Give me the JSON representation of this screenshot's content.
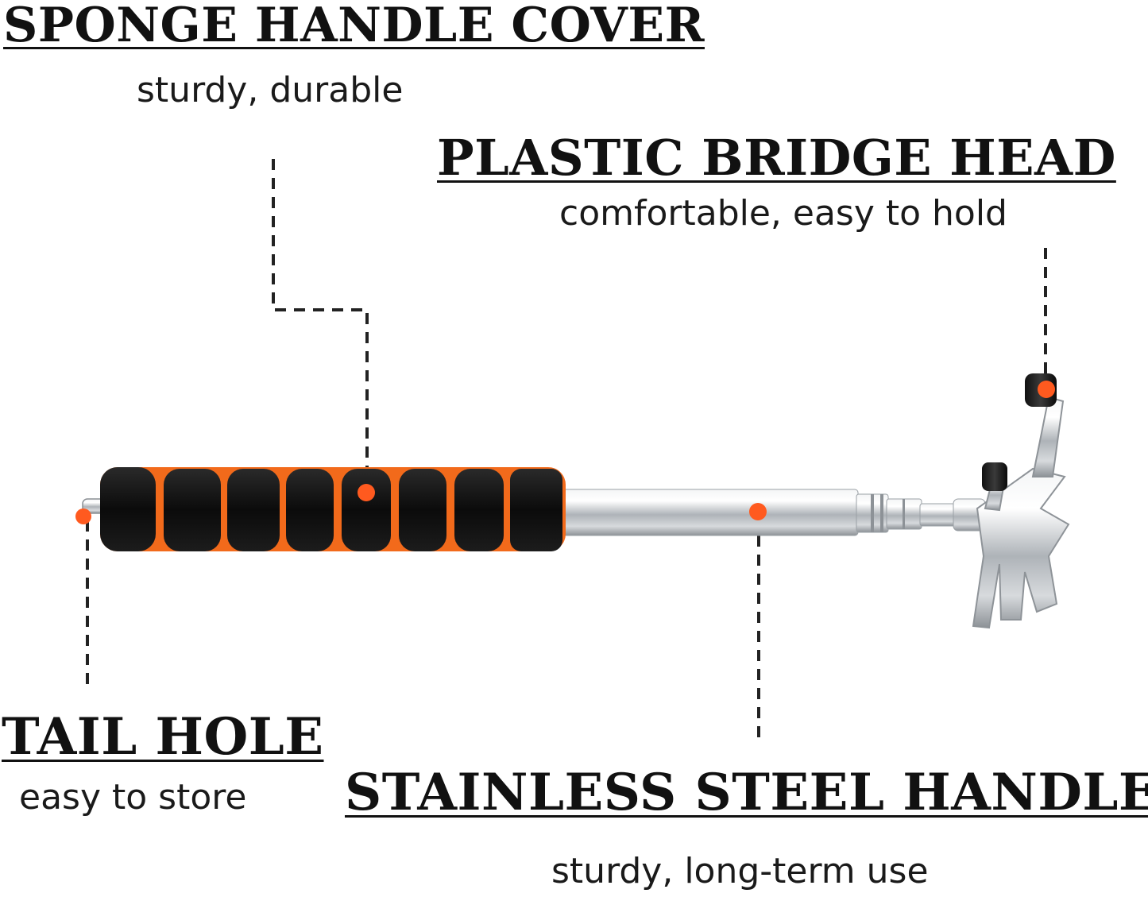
{
  "colors": {
    "accent": "#ff5a1f",
    "foam": "#111111",
    "stripe": "#f26a1b",
    "steel": "#c9cdd1",
    "text": "#111111"
  },
  "callouts": {
    "sponge": {
      "title": "SPONGE HANDLE COVER",
      "subtitle": "sturdy, durable"
    },
    "plastic": {
      "title": "PLASTIC BRIDGE HEAD",
      "subtitle": "comfortable, easy to hold"
    },
    "tail": {
      "title": "TAIL HOLE",
      "subtitle": "easy to store"
    },
    "steel": {
      "title": "STAINLESS STEEL HANDLE",
      "subtitle": "sturdy, long-term use"
    }
  }
}
